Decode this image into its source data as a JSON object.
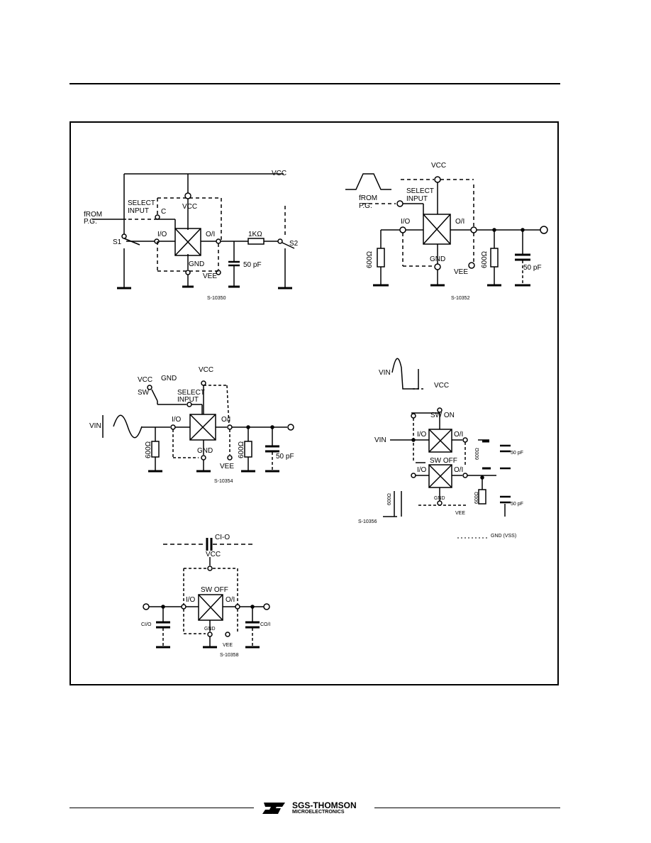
{
  "header": {
    "rule": true
  },
  "footer": {
    "logo_lettering": "SGS-THOMSON MICROELECTRONICS",
    "company": "SGS-THOMSON",
    "division": "MICROELECTRONICS"
  },
  "circuits": [
    {
      "id": "S-10350",
      "labels": {
        "vcc_top": "VCC",
        "select_input": [
          "SELECT",
          "INPUT"
        ],
        "c": "C",
        "f_rom": "fROM",
        "pg": "P.G.",
        "s1": "S1",
        "s2": "S2",
        "io": "I/O",
        "oi": "O/I",
        "vcc": "VCC",
        "gnd": "GND",
        "vee": "VEE",
        "r": "1KΩ",
        "cap": "50 pF",
        "code": "S-10350"
      }
    },
    {
      "id": "S-10352",
      "labels": {
        "vcc": "VCC",
        "select_input": [
          "SELECT",
          "INPUT"
        ],
        "f_rom": "fROM",
        "pg": "P.G.",
        "io": "I/O",
        "oi": "O/I",
        "r1": "600Ω",
        "r2": "600Ω",
        "gnd": "GND",
        "vee": "VEE",
        "cap": "50 pF",
        "code": "S-10352"
      }
    },
    {
      "id": "S-10354",
      "labels": {
        "vcc_sw": "VCC",
        "gnd": "GND",
        "sw": "SW",
        "vcc": "VCC",
        "select_input": [
          "SELECT",
          "INPUT"
        ],
        "vin": "VIN",
        "io": "I/O",
        "oi": "O/I",
        "r1": "600Ω",
        "r2": "600Ω",
        "gnd_b": "GND",
        "vee": "VEE",
        "cap": "50 pF",
        "code": "S-10354"
      }
    },
    {
      "id": "S-10356",
      "labels": {
        "vin_wave": "VIN",
        "vcc": "VCC",
        "sw_on": "SW ON",
        "sw_off": "SW OFF",
        "vin": "VIN",
        "io_top": "I/O",
        "oi_top": "O/I",
        "io_bot": "I/O",
        "oi_bot": "O/I",
        "r1": "600Ω",
        "r2": "600Ω",
        "r3": "600Ω",
        "cap1": "50 pF",
        "cap2": "50 pF",
        "gnd": "GND",
        "vee": "VEE",
        "gnd_vss": "GND (VSS)",
        "code": "S-10356"
      }
    },
    {
      "id": "S-10358",
      "labels": {
        "cio": "CI-O",
        "vcc": "VCC",
        "sw_off": "SW OFF",
        "io": "I/O",
        "oi": "O/I",
        "ci_o": "CI/O",
        "co_i": "CO/I",
        "gnd": "GND",
        "vee": "VEE",
        "code": "S-10358"
      }
    }
  ]
}
